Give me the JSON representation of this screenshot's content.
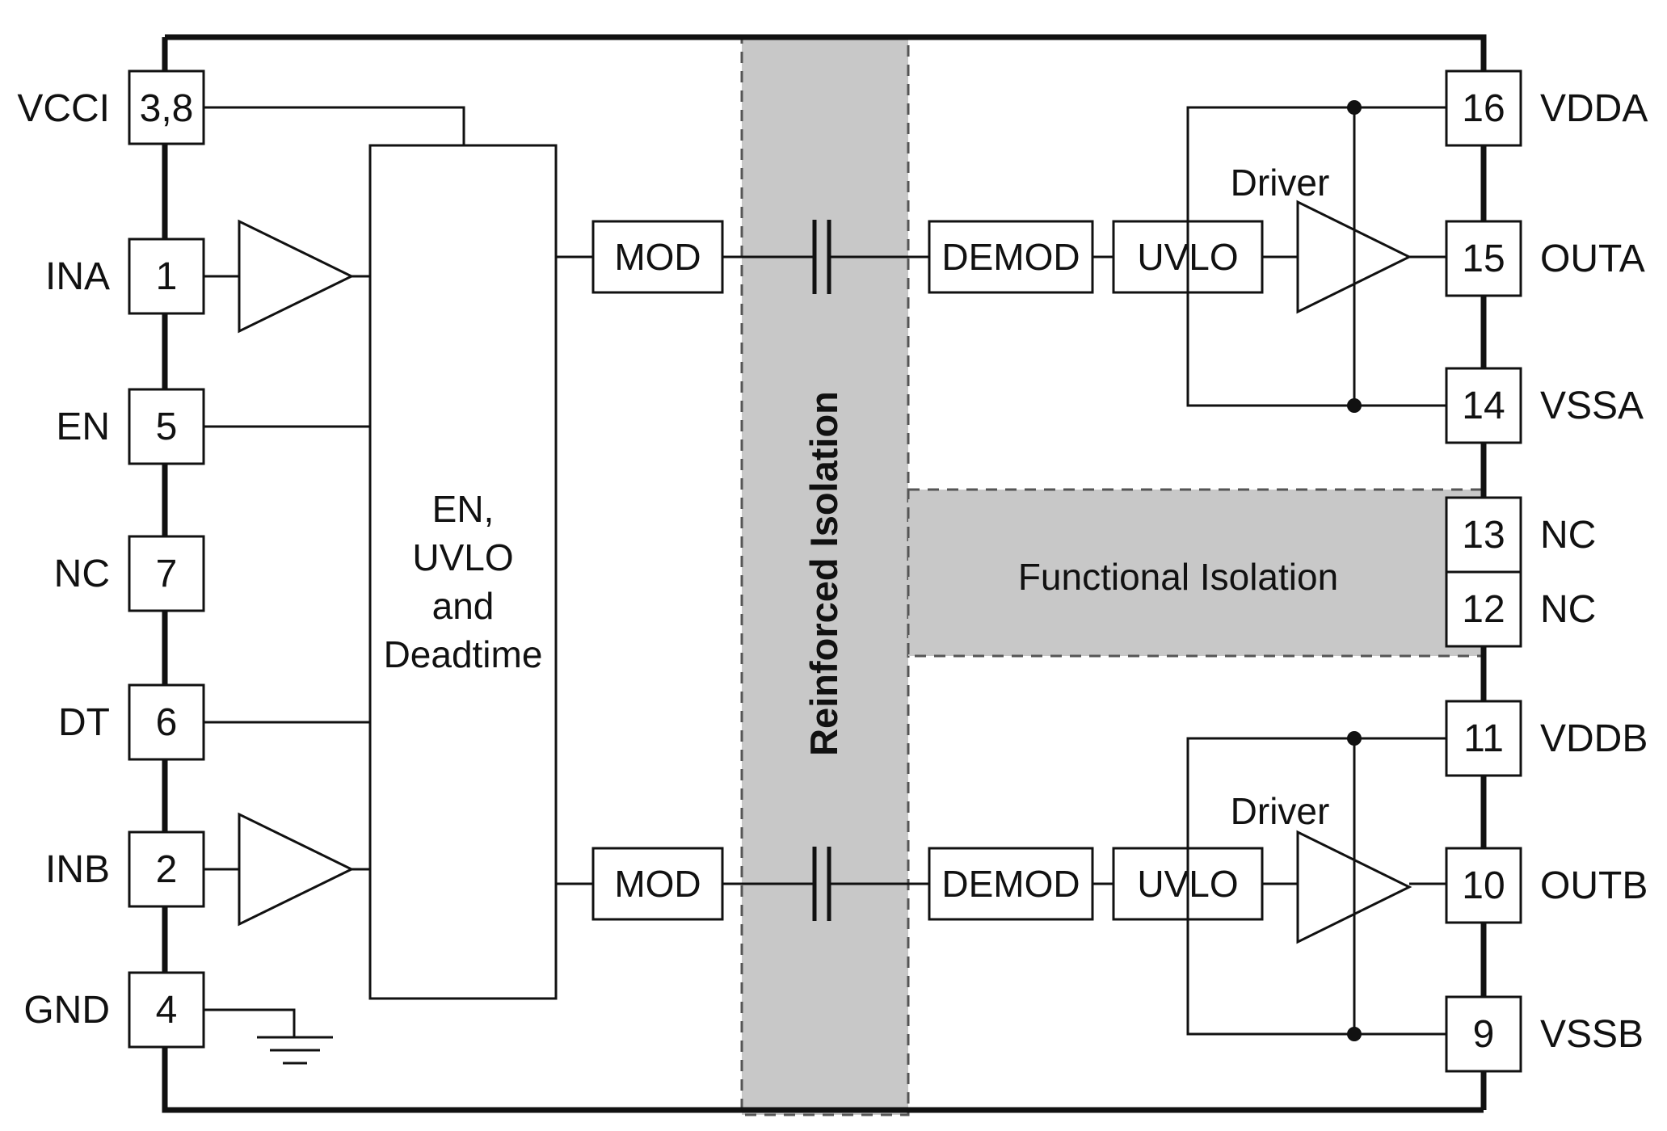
{
  "left_pins": [
    {
      "label": "VCCI",
      "number": "3,8"
    },
    {
      "label": "INA",
      "number": "1"
    },
    {
      "label": "EN",
      "number": "5"
    },
    {
      "label": "NC",
      "number": "7"
    },
    {
      "label": "DT",
      "number": "6"
    },
    {
      "label": "INB",
      "number": "2"
    },
    {
      "label": "GND",
      "number": "4"
    }
  ],
  "right_pins": [
    {
      "label": "VDDA",
      "number": "16"
    },
    {
      "label": "OUTA",
      "number": "15"
    },
    {
      "label": "VSSA",
      "number": "14"
    },
    {
      "label": "NC",
      "number": "13"
    },
    {
      "label": "NC",
      "number": "12"
    },
    {
      "label": "VDDB",
      "number": "11"
    },
    {
      "label": "OUTB",
      "number": "10"
    },
    {
      "label": "VSSB",
      "number": "9"
    }
  ],
  "control_block": {
    "lines": [
      "EN,",
      "UVLO",
      "and",
      "Deadtime"
    ]
  },
  "mod_label": "MOD",
  "demod_label": "DEMOD",
  "uvlo_label": "UVLO",
  "driver_label": "Driver",
  "reinforced_isolation": "Reinforced Isolation",
  "functional_isolation": "Functional Isolation",
  "colors": {
    "line": "#111111",
    "shading": "#c8c8c8"
  }
}
